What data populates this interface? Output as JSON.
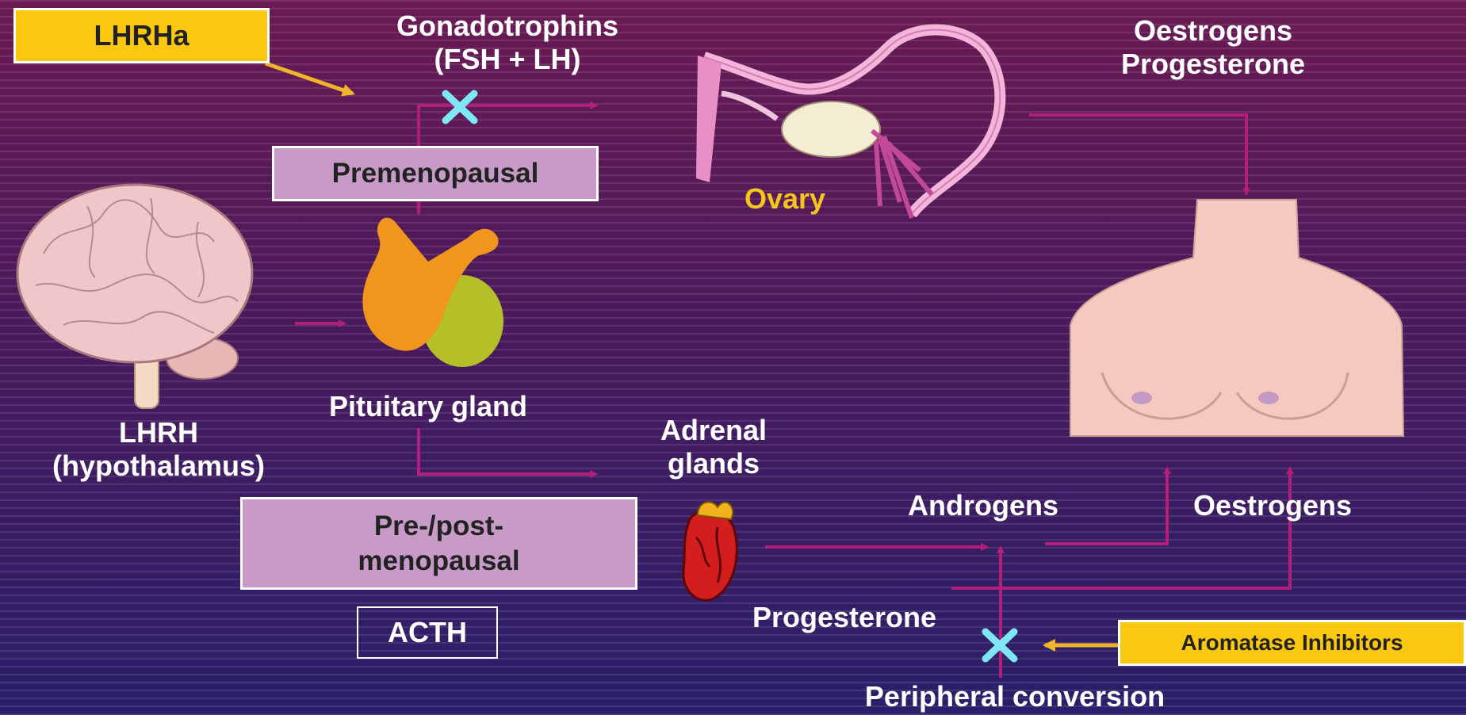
{
  "labels": {
    "lhrha": "LHRHa",
    "gonadotrophins_line1": "Gonadotrophins",
    "gonadotrophins_line2": "(FSH + LH)",
    "premenopausal": "Premenopausal",
    "ovary": "Ovary",
    "oestrogens_progesterone_line1": "Oestrogens",
    "oestrogens_progesterone_line2": "Progesterone",
    "lhrh_line1": "LHRH",
    "lhrh_line2": "(hypothalamus)",
    "pituitary_gland": "Pituitary gland",
    "adrenal_line1": "Adrenal",
    "adrenal_line2": "glands",
    "pre_post_line1": "Pre-/post-",
    "pre_post_line2": "menopausal",
    "acth": "ACTH",
    "androgens": "Androgens",
    "oestrogens": "Oestrogens",
    "progesterone": "Progesterone",
    "aromatase_inhibitors": "Aromatase Inhibitors",
    "peripheral_conversion": "Peripheral conversion"
  },
  "icons": {
    "brain": "brain-icon",
    "pituitary": "pituitary-gland-icon",
    "ovary": "ovary-uterus-icon",
    "torso": "female-torso-icon",
    "adrenal": "adrenal-kidney-icon",
    "block": "x-block-icon"
  },
  "colors": {
    "arrow": "#b0207a",
    "yellow_box": "#fbc80f",
    "purple_box": "#c89ac8",
    "block_x": "#7fe6f5",
    "label_yellow": "#f5c518"
  }
}
